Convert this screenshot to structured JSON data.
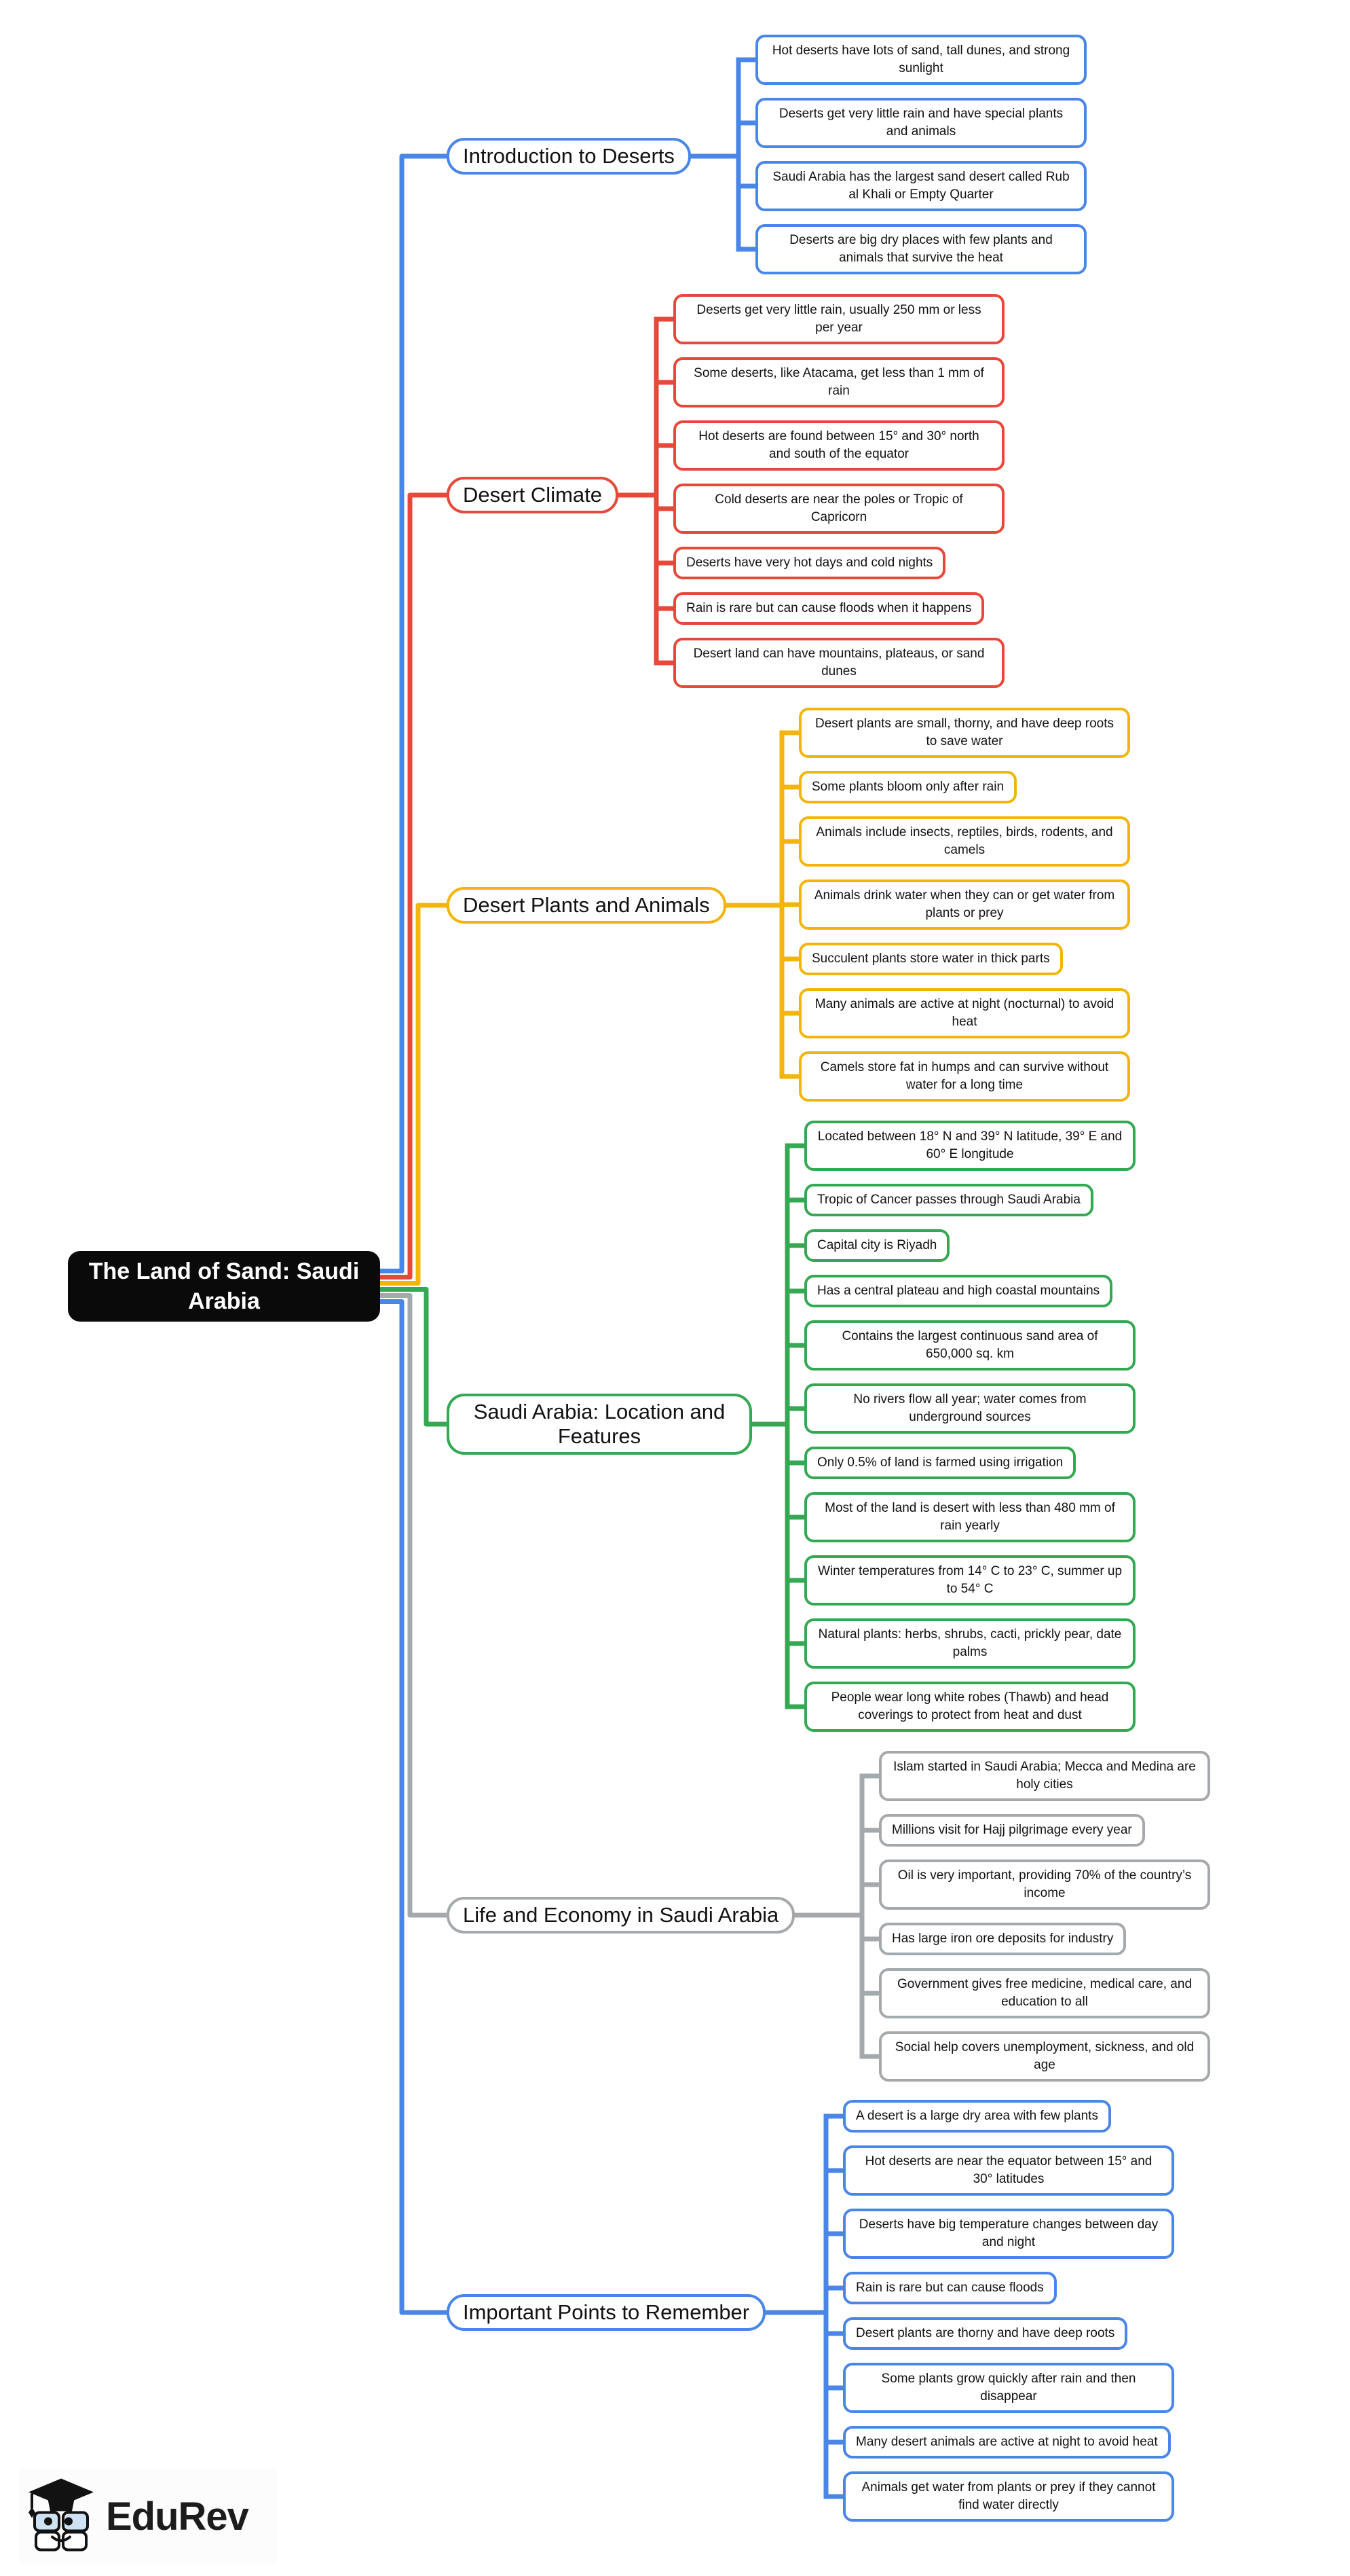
{
  "root": {
    "title": "The Land of Sand: Saudi Arabia",
    "bg_color": "#0a0a0a",
    "text_color": "#ffffff"
  },
  "branches": [
    {
      "label": "Introduction to Deserts",
      "color": "#4a86e8",
      "leaves": [
        "Hot deserts have lots of sand, tall dunes, and strong sunlight",
        "Deserts get very little rain and have special plants and animals",
        "Saudi Arabia has the largest sand desert called Rub al Khali or Empty Quarter",
        "Deserts are big dry places with few plants and animals that survive the heat"
      ]
    },
    {
      "label": "Desert Climate",
      "color": "#e6493a",
      "leaves": [
        "Deserts get very little rain, usually 250 mm or less per year",
        "Some deserts, like Atacama, get less than 1 mm of rain",
        "Hot deserts are found between 15° and 30° north and south of the equator",
        "Cold deserts are near the poles or Tropic of Capricorn",
        "Deserts have very hot days and cold nights",
        "Rain is rare but can cause floods when it happens",
        "Desert land can have mountains, plateaus, or sand dunes"
      ]
    },
    {
      "label": "Desert Plants and Animals",
      "color": "#f3b50b",
      "leaves": [
        "Desert plants are small, thorny, and have deep roots to save water",
        "Some plants bloom only after rain",
        "Animals include insects, reptiles, birds, rodents, and camels",
        "Animals drink water when they can or get water from plants or prey",
        "Succulent plants store water in thick parts",
        "Many animals are active at night (nocturnal) to avoid heat",
        "Camels store fat in humps and can survive without water for a long time"
      ]
    },
    {
      "label": "Saudi Arabia: Location and Features",
      "color": "#34a853",
      "leaves": [
        "Located between 18° N and 39° N latitude, 39° E and 60° E longitude",
        "Tropic of Cancer passes through Saudi Arabia",
        "Capital city is Riyadh",
        "Has a central plateau and high coastal mountains",
        "Contains the largest continuous sand area of 650,000 sq. km",
        "No rivers flow all year; water comes from underground sources",
        "Only 0.5% of land is farmed using irrigation",
        "Most of the land is desert with less than 480 mm of rain yearly",
        "Winter temperatures from 14° C to 23° C, summer up to 54° C",
        "Natural plants: herbs, shrubs, cacti, prickly pear, date palms",
        "People wear long white robes (Thawb) and head coverings to protect from heat and dust"
      ]
    },
    {
      "label": "Life and Economy in Saudi Arabia",
      "color": "#a6a9ac",
      "leaves": [
        "Islam started in Saudi Arabia; Mecca and Medina are holy cities",
        "Millions visit for Hajj pilgrimage every year",
        "Oil is very important, providing 70% of the country’s income",
        "Has large iron ore deposits for industry",
        "Government gives free medicine, medical care, and education to all",
        "Social help covers unemployment, sickness, and old age"
      ]
    },
    {
      "label": "Important Points to Remember",
      "color": "#4a86e8",
      "leaves": [
        "A desert is a large dry area with few plants",
        "Hot deserts are near the equator between 15° and 30° latitudes",
        "Deserts have big temperature changes between day and night",
        "Rain is rare but can cause floods",
        "Desert plants are thorny and have deep roots",
        "Some plants grow quickly after rain and then disappear",
        "Many desert animals are active at night to avoid heat",
        "Animals get water from plants or prey if they cannot find water directly"
      ]
    }
  ],
  "footer": {
    "logo_text": "EduRev"
  }
}
